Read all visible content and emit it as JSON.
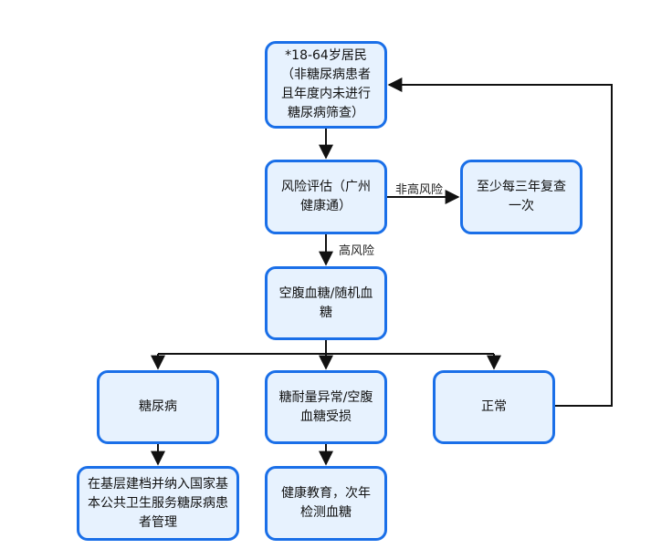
{
  "nodes": {
    "residents": "*18-64岁居民（非糖尿病患者且年度内未进行糖尿病筛查）",
    "risk_assessment": "风险评估（广州健康通）",
    "recheck": "至少每三年复查一次",
    "blood_glucose": "空腹血糖/随机血糖",
    "diabetes": "糖尿病",
    "impaired": "糖耐量异常/空腹血糖受损",
    "normal": "正常",
    "manage": "在基层建档并纳入国家基本公共卫生服务糖尿病患者管理",
    "education": "健康教育，次年检测血糖"
  },
  "edges": {
    "non_high_risk": "非高风险",
    "high_risk": "高风险"
  },
  "colors": {
    "border": "#1a6fe8",
    "fill": "#e7f2fe",
    "line": "#111111"
  }
}
